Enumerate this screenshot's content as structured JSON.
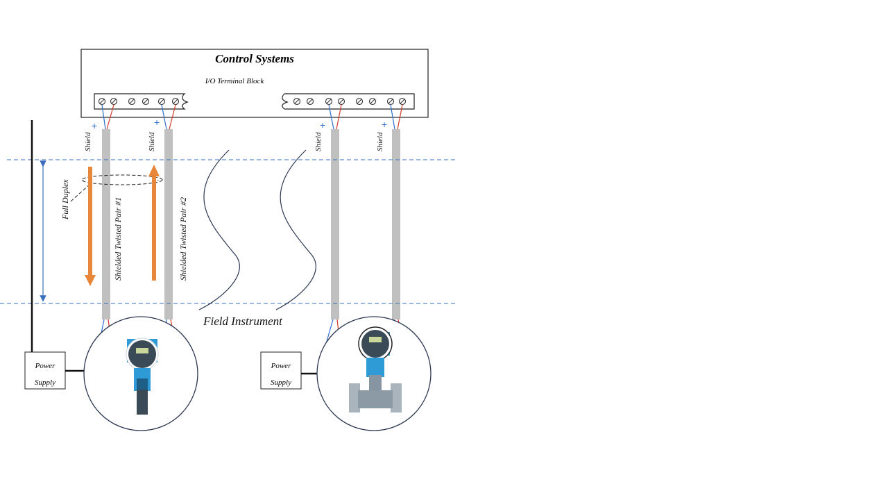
{
  "diagram": {
    "title": "Control Systems",
    "terminal_block_label": "I/O Terminal Block",
    "shield_label": "Shield",
    "full_duplex_label": "Full Duplex",
    "pair1_label": "Shielded Twisted Pair #1",
    "pair2_label": "Shielded Twisted Pair #2",
    "field_instrument_label": "Field Instrument",
    "power_supply_line1": "Power",
    "power_supply_line2": "Supply",
    "plus_sign": "+",
    "minus_sign": "-",
    "colors": {
      "frame": "#222222",
      "cable": "#c0c0c0",
      "dashed_boundary": "#3a6fbf",
      "arrow": "#e8863a",
      "wire_positive": "#2f6fd0",
      "wire_negative": "#d23a2a",
      "instrument_blue": "#2e9bd6",
      "instrument_body": "#3b4a57"
    }
  }
}
